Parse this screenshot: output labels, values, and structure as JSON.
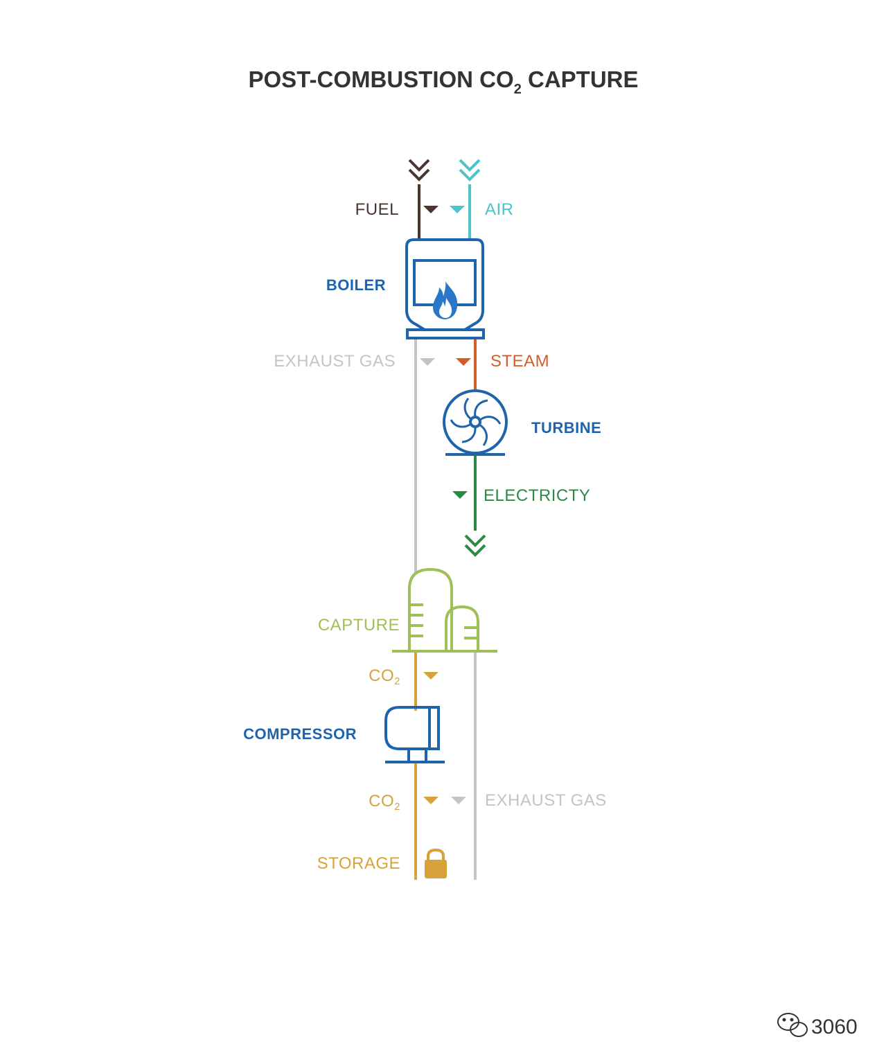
{
  "title": {
    "main": "POST-COMBUSTION CO",
    "sub": "2",
    "tail": " CAPTURE"
  },
  "labels": {
    "fuel": "FUEL",
    "air": "AIR",
    "boiler": "BOILER",
    "exhaust_gas_top": "EXHAUST GAS",
    "steam": "STEAM",
    "turbine": "TURBINE",
    "electricity": "ELECTRICTY",
    "capture": "CAPTURE",
    "co2_1_main": "CO",
    "co2_1_sub": "2",
    "compressor": "COMPRESSOR",
    "co2_2_main": "CO",
    "co2_2_sub": "2",
    "exhaust_gas_bottom": "EXHAUST GAS",
    "storage": "STORAGE"
  },
  "watermark": {
    "text": "3060"
  },
  "colors": {
    "fuel": "#4a3530",
    "air": "#4dc3c9",
    "equipment": "#1f63ad",
    "flame": "#2a77c7",
    "exhaust": "#c4c4c4",
    "steam": "#d45c27",
    "electricity": "#2c8a45",
    "capture": "#9fbf59",
    "co2": "#d8a23b",
    "title": "#333333",
    "watermark": "#333333"
  },
  "icons": [
    "chevron-down-icon",
    "boiler-icon",
    "flame-icon",
    "turbine-fan-icon",
    "capture-tower-icon",
    "compressor-icon",
    "lock-icon",
    "wechat-icon"
  ]
}
